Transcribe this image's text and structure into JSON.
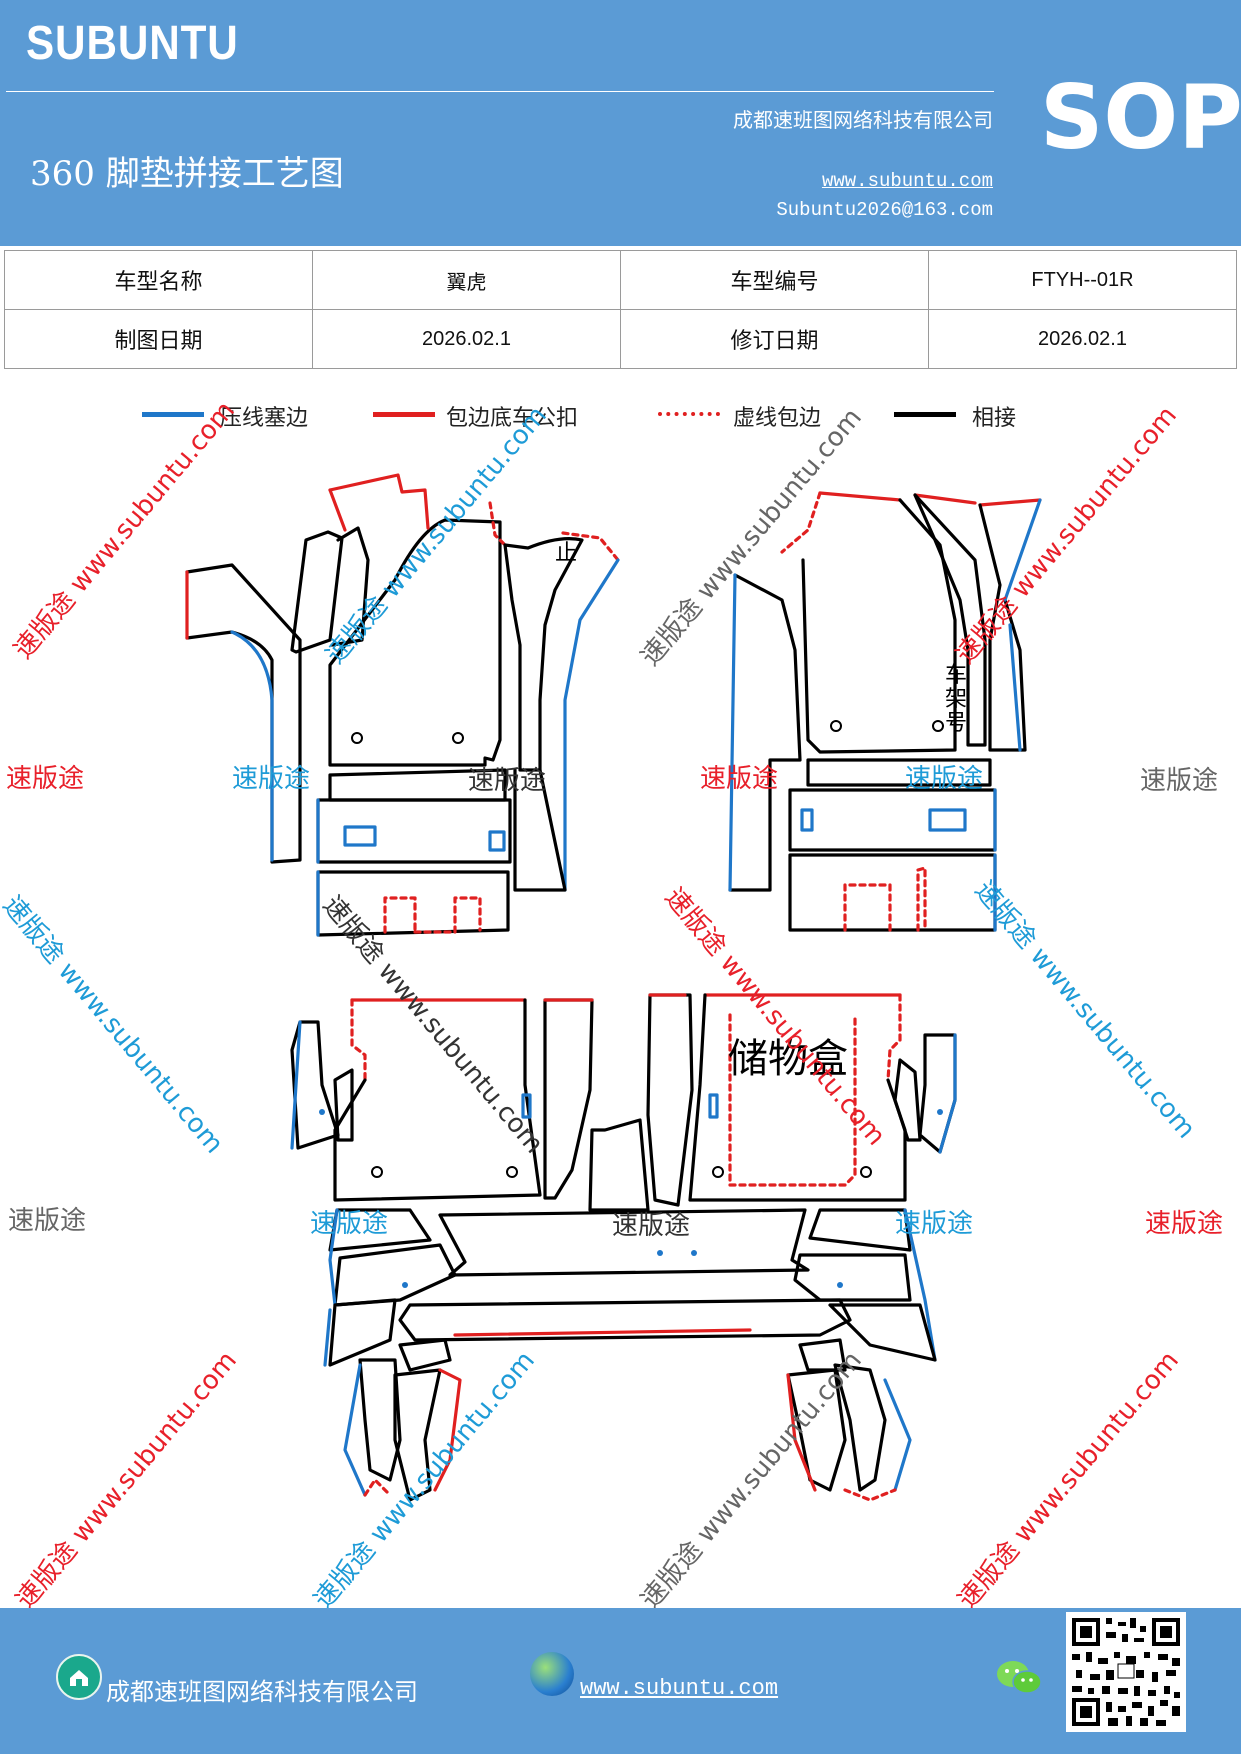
{
  "header": {
    "brand": "SUBUNTU",
    "sop": "SOP",
    "company": "成都速班图网络科技有限公司",
    "title": "360 脚垫拼接工艺图",
    "website": "www.subuntu.com",
    "email": "Subuntu2026@163.com"
  },
  "info_table": {
    "row1": [
      "车型名称",
      "翼虎",
      "车型编号",
      "FTYH--01R"
    ],
    "row2": [
      "制图日期",
      "2026.02.1",
      "修订日期",
      "2026.02.1"
    ]
  },
  "legend": [
    {
      "label": "压线塞边",
      "color": "#1f77c9",
      "style": "solid"
    },
    {
      "label": "包边底车公扣",
      "color": "#e02020",
      "style": "solid"
    },
    {
      "label": "虚线包边",
      "color": "#e02020",
      "style": "dotted"
    },
    {
      "label": "相接",
      "color": "#000000",
      "style": "solid"
    }
  ],
  "diagram_labels": {
    "zhi": "止",
    "chejiahao": [
      "车",
      "架",
      "号"
    ],
    "storage": "储物盒"
  },
  "watermarks": {
    "brand": "速版途",
    "diag": "速版途 www.subuntu.com",
    "colors": {
      "red": "#e8202a",
      "blue": "#1e9bd7",
      "gray": "#666666"
    }
  },
  "footer": {
    "company": "成都速班图网络科技有限公司",
    "website": "www.subuntu.com "
  }
}
